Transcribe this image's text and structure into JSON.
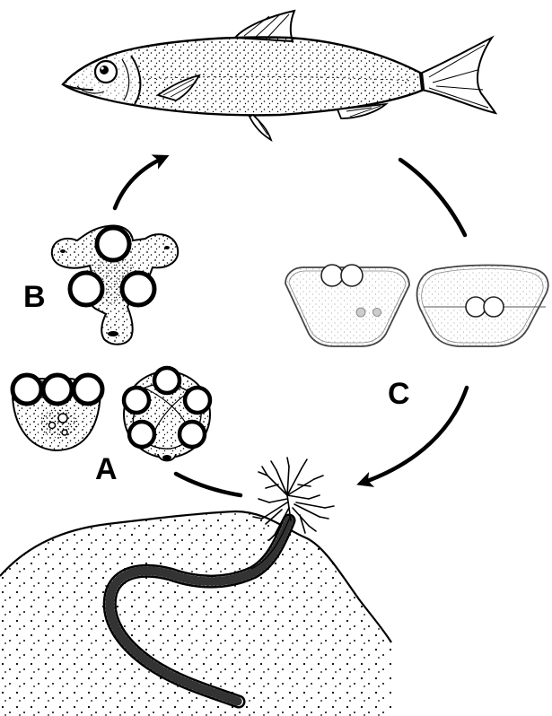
{
  "labels": {
    "a": "A",
    "b": "B",
    "c": "C"
  },
  "colors": {
    "ink": "#000000",
    "background": "#ffffff",
    "outline_light": "#555555"
  }
}
